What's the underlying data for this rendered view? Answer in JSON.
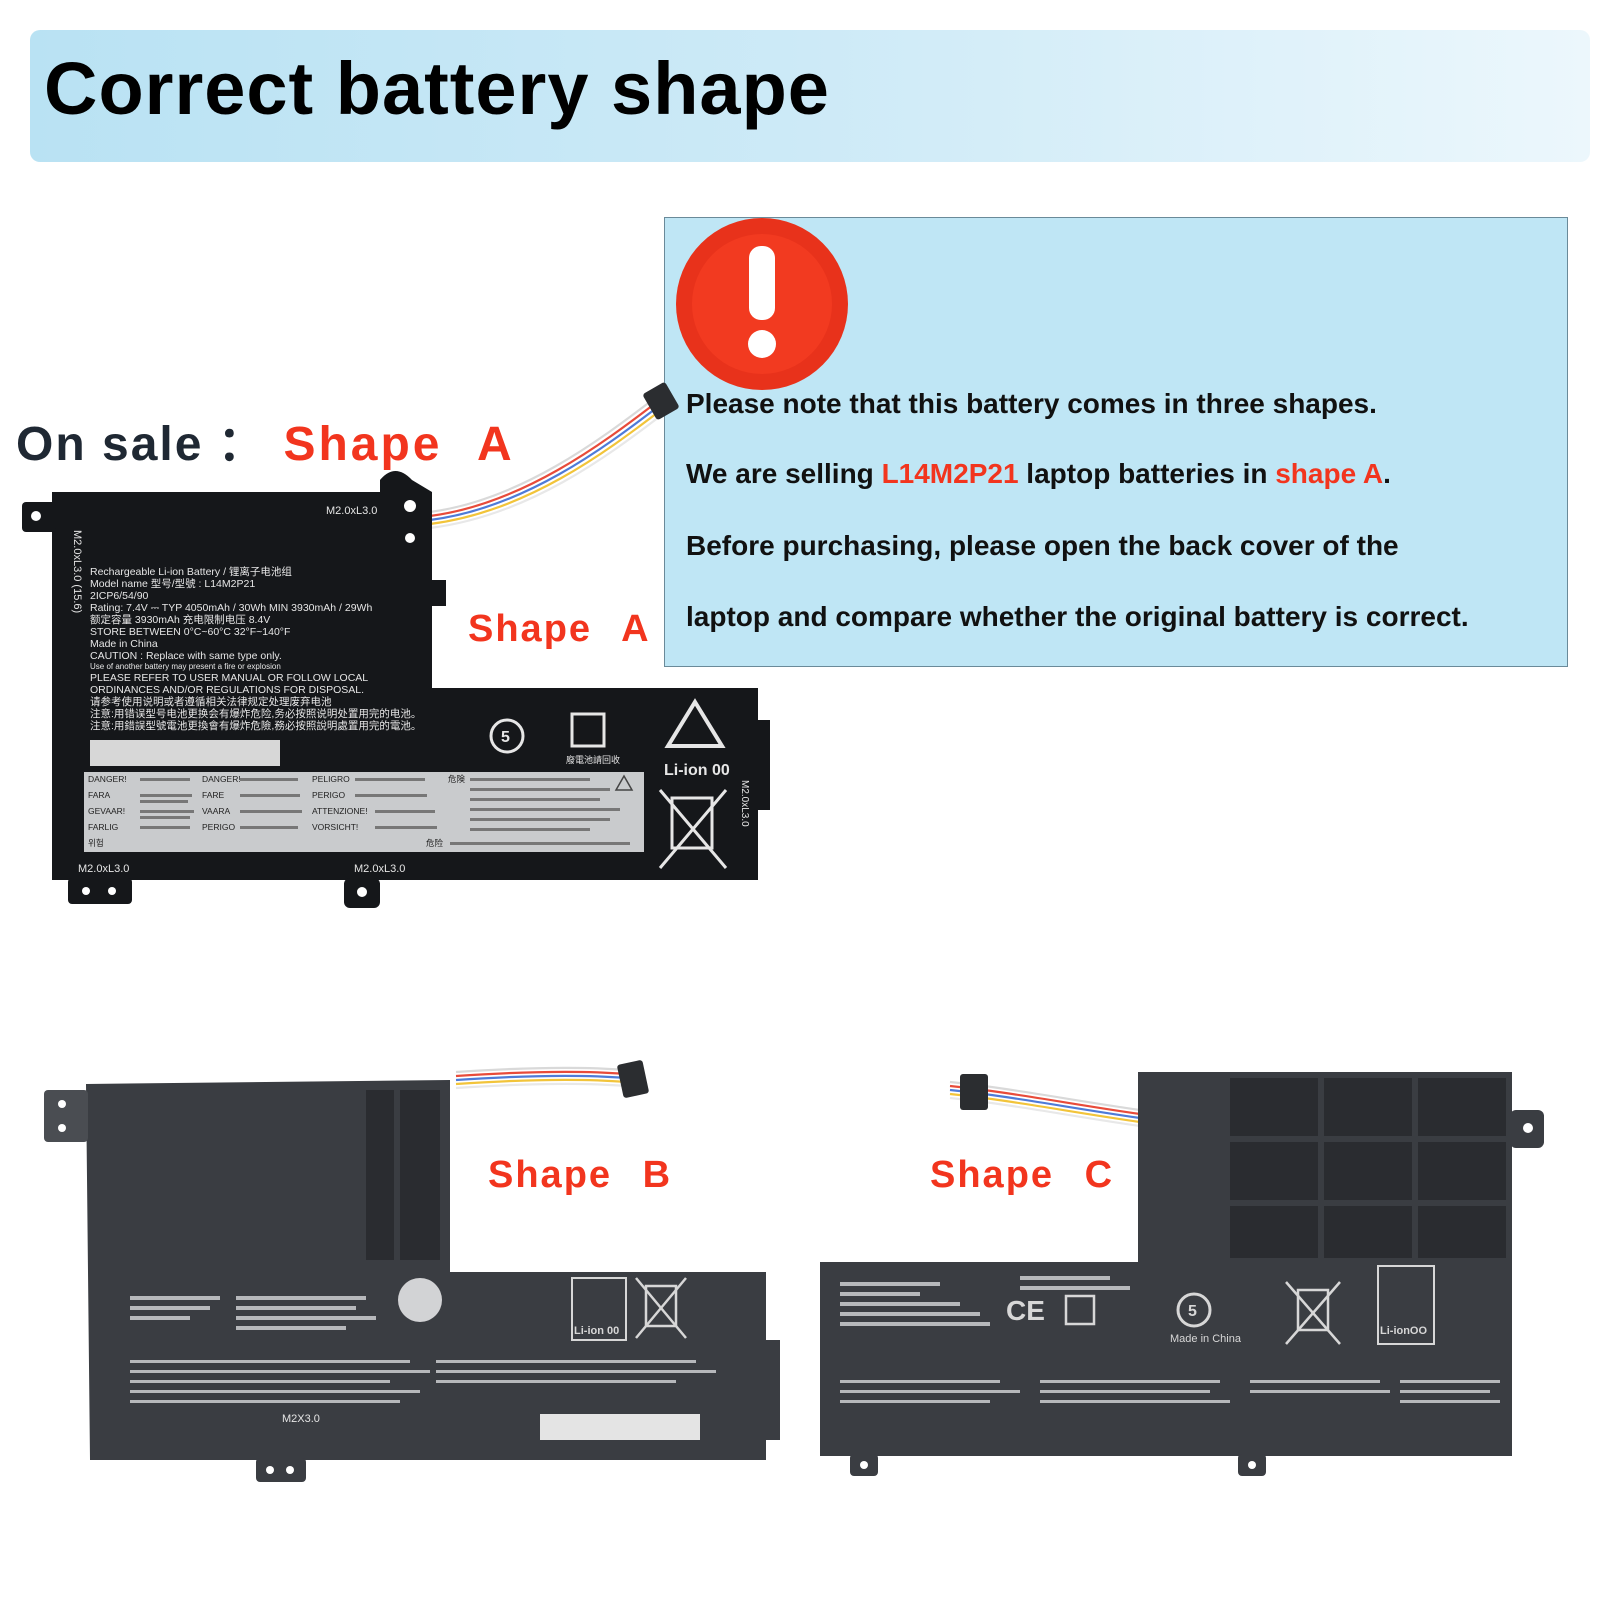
{
  "header": {
    "title": "Correct battery shape"
  },
  "on_sale": {
    "label": "On sale",
    "separator": "：",
    "value": "Shape  A"
  },
  "notice": {
    "icon": "exclamation-icon",
    "line1": "Please note that this battery comes in three shapes.",
    "line2_pre": "We are selling ",
    "line2_model": "L14M2P21",
    "line2_mid": " laptop batteries in ",
    "line2_shape": "shape A",
    "line2_post": ".",
    "line3": "Before purchasing, please open the back cover of the",
    "line4": "laptop and compare whether the original battery is correct."
  },
  "shapes": {
    "a": "Shape  A",
    "b": "Shape  B",
    "c": "Shape  C"
  },
  "battery_a": {
    "screw_top": "M2.0xL3.0",
    "screw_side": "M2.0xL3.0 (15.6)",
    "label_lines": [
      "Rechargeable Li-ion Battery / 锂离子电池组",
      "Model name 型号/型號 : L14M2P21",
      "2ICP6/54/90",
      "Rating: 7.4V ⎓ TYP 4050mAh / 30Wh MIN 3930mAh / 29Wh",
      "额定容量 3930mAh  充电限制电压 8.4V",
      "STORE BETWEEN 0°C~60°C  32°F~140°F",
      "Made in China",
      "CAUTION : Replace with same type only.",
      "Use of another battery may present a fire or explosion",
      "PLEASE REFER TO USER MANUAL OR FOLLOW LOCAL",
      "ORDINANCES AND/OR REGULATIONS FOR DISPOSAL.",
      "请参考使用说明或者遵循相关法律规定处理废弃电池",
      "注意:用错误型号电池更换会有爆炸危险,务必按照说明处置用完的电池。",
      "注意:用錯誤型號電池更換會有爆炸危險,務必按照說明處置用完的電池。"
    ],
    "recycle_text": "Li-ion 00",
    "recycle_caption": "廢電池請回收",
    "screw_bottom_left": "M2.0xL3.0",
    "screw_bottom_mid": "M2.0xL3.0",
    "screw_right": "M2.0xL3.0",
    "warning_col1": [
      "DANGER!",
      "FARA",
      "GEVAAR!",
      "FARLIG",
      "위험"
    ],
    "warning_col2": [
      "DANGER!",
      "FARE",
      "VAARA",
      "PERIGO"
    ],
    "warning_col3": [
      "PELIGRO",
      "PERIGO",
      "ATTENZIONE!",
      "VORSICHT!"
    ],
    "warning_col4": [
      "危険",
      "危险"
    ]
  },
  "battery_b": {
    "screw_bottom": "M2X3.0",
    "recycle_text": "Li-ion 00"
  },
  "battery_c": {
    "recycle_text": "Li-ionOO",
    "made_in": "Made in China"
  },
  "colors": {
    "accent_red": "#f2351e",
    "notice_bg": "#bfe6f5",
    "battery_black": "#15171a",
    "battery_gray": "#3a3d42"
  }
}
